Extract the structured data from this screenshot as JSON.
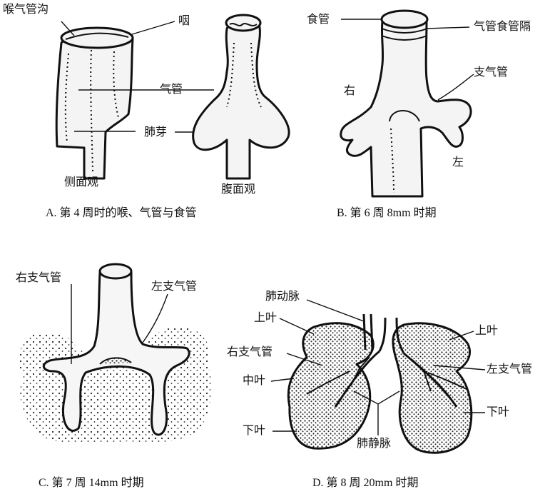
{
  "panelA": {
    "labels": {
      "laryngotracheal_groove": "喉气管沟",
      "pharynx": "咽",
      "trachea": "气管",
      "lung_bud": "肺芽"
    },
    "view_lateral": "侧面观",
    "view_ventral": "腹面观",
    "caption": "A. 第 4 周时的喉、气管与食管"
  },
  "panelB": {
    "labels": {
      "esophagus": "食管",
      "tracheoesophageal_septum": "气管食管隔",
      "bronchus": "支气管",
      "right": "右",
      "left": "左"
    },
    "caption": "B. 第 6 周 8mm 时期"
  },
  "panelC": {
    "labels": {
      "right_bronchus": "右支气管",
      "left_bronchus": "左支气管"
    },
    "caption": "C. 第 7 周 14mm 时期"
  },
  "panelD": {
    "labels": {
      "pulmonary_artery": "肺动脉",
      "upper_lobe_right": "上叶",
      "right_bronchus": "右支气管",
      "middle_lobe": "中叶",
      "lower_lobe_right": "下叶",
      "upper_lobe_left": "上叶",
      "left_bronchus": "左支气管",
      "lower_lobe_left": "下叶",
      "pulmonary_vein": "肺静脉"
    },
    "caption": "D. 第 8 周 20mm 时期"
  }
}
